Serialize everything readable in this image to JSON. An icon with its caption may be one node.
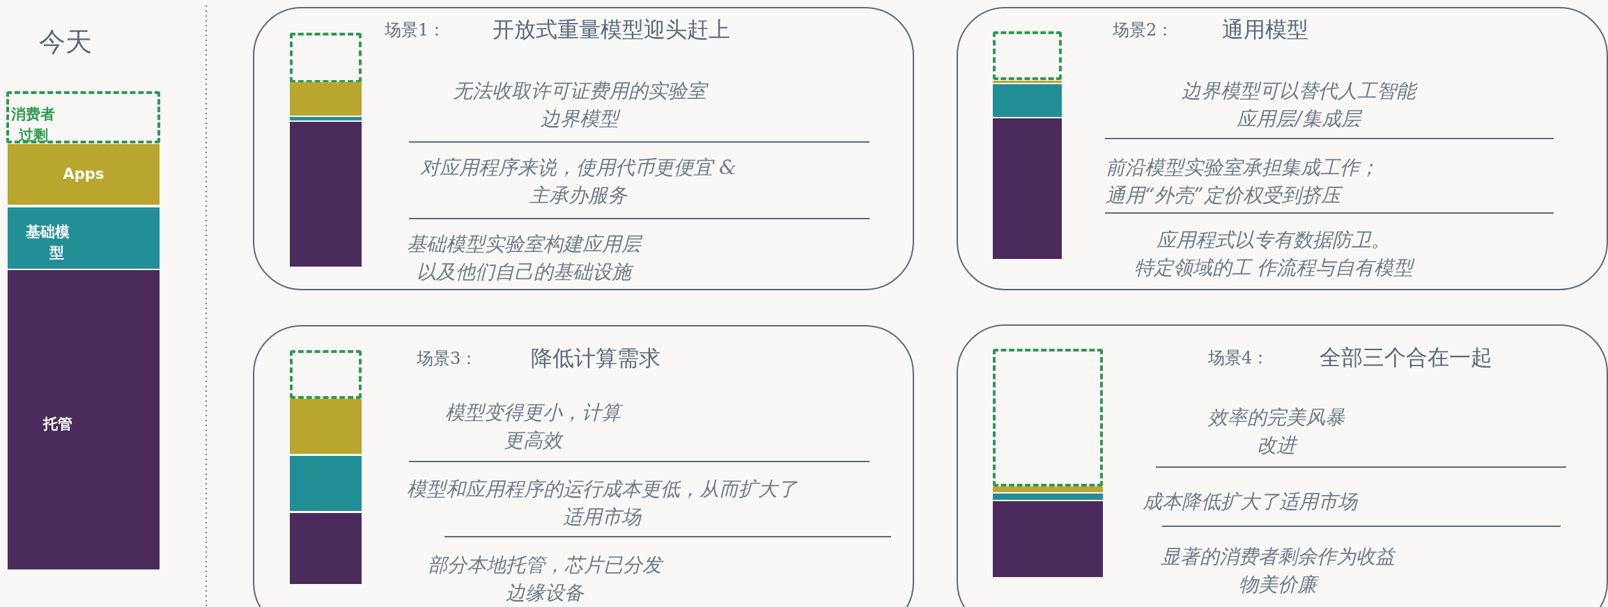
{
  "diagram": {
    "nodes": [
      {
        "text": [
          "消费者过剩"
        ]
      },
      {
        "text": [
          "Apps"
        ]
      },
      {
        "text": [
          "基础模型"
        ]
      },
      {
        "text": [
          "托管"
        ]
      },
      {
        "text": [
          "场景1：",
          "开放式重量模型迎头赶上",
          "无法收取许可证费用的实验室边界模型",
          "对应用程序来说，使用代币更便宜 &主承办服务",
          "基础模型实验室构建应用层以及他们自己的基础设施"
        ]
      },
      {
        "text": [],
        "shape": "box",
        "in": 4
      },
      {
        "text": [],
        "shape": "bar",
        "in": 4
      },
      {
        "text": [],
        "shape": "bar",
        "in": 4
      },
      {
        "text": [],
        "shape": "bar",
        "in": 4
      },
      {
        "text": [
          "场景2：",
          "通用模型",
          "边界模型可以替代人工智能应用层/集成层",
          "前沿模型实验室承担集成工作；通用“外壳”定价权受到挤压",
          "应用程式以专有数据防卫。特定领域的工 作流程与自有模型"
        ]
      },
      {
        "text": [],
        "shape": "box",
        "in": 9
      },
      {
        "text": [],
        "shape": "bar",
        "in": 9
      },
      {
        "text": [],
        "shape": "bar",
        "in": 9
      },
      {
        "text": [],
        "shape": "bar",
        "in": 9
      },
      {
        "text": [
          "场景3：",
          "降低计算需求",
          "模型变得更小，计算更高效",
          "模型和应用程序的运行成本更低，从而扩大了适用市场",
          "部分本地托管，芯片已分发边缘设备"
        ]
      },
      {
        "text": [],
        "shape": "box",
        "in": 14
      },
      {
        "text": [],
        "shape": "bar",
        "in": 14
      },
      {
        "text": [],
        "shape": "bar",
        "in": 14
      },
      {
        "text": [],
        "shape": "bar",
        "in": 14
      },
      {
        "text": [
          "场景4：",
          "全部三个合在一起",
          "效率的完美风暴改进",
          "成本降低扩大了适用市场",
          "显著的消费者剩余作为收益物美价廉"
        ]
      },
      {
        "text": [],
        "shape": "box",
        "in": 19
      },
      {
        "text": [],
        "shape": "bar",
        "in": 19
      },
      {
        "text": [],
        "shape": "bar",
        "in": 19
      },
      {
        "text": [],
        "shape": "bar",
        "in": 19
      }
    ],
    "labels": [
      "今天"
    ]
  }
}
